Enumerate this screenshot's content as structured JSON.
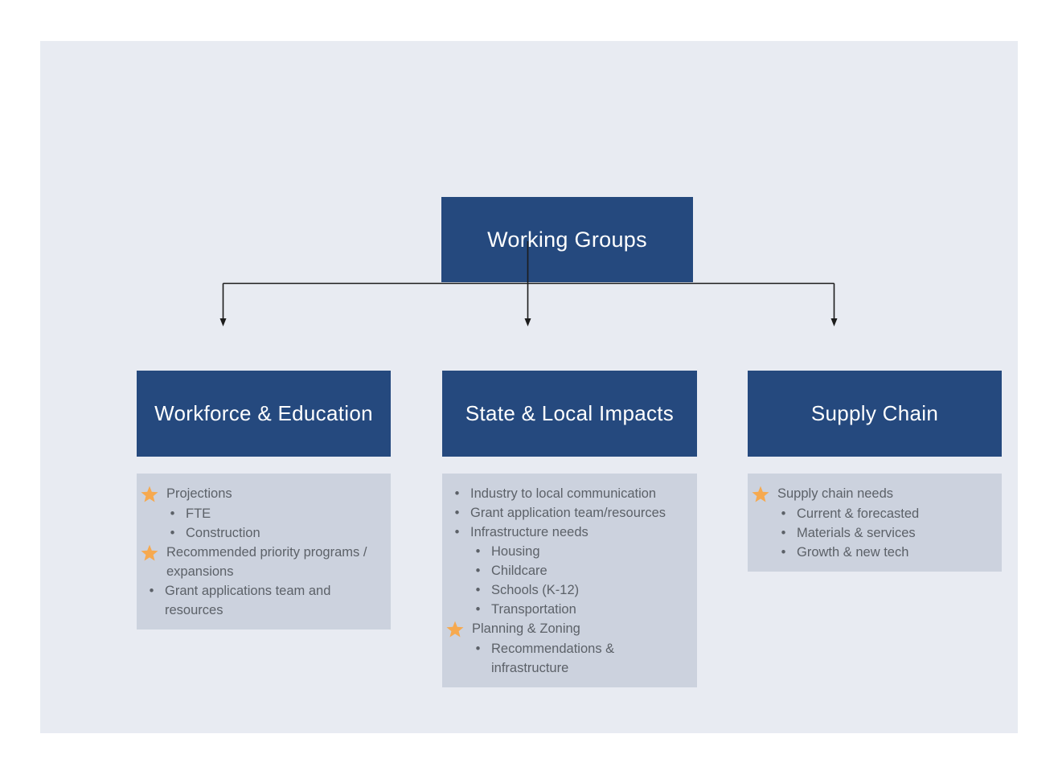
{
  "diagram": {
    "title": "Working Groups",
    "root": {
      "label": "Working Groups"
    },
    "columns": [
      {
        "header": "Workforce & Education",
        "items": [
          {
            "bullet": "star",
            "level": 0,
            "text": "Projections"
          },
          {
            "bullet": "dot",
            "level": 1,
            "text": "FTE"
          },
          {
            "bullet": "dot",
            "level": 1,
            "text": "Construction"
          },
          {
            "bullet": "star",
            "level": 0,
            "text": "Recommended priority programs / expansions"
          },
          {
            "bullet": "dot",
            "level": 0,
            "text": "Grant applications team and resources"
          }
        ]
      },
      {
        "header": "State & Local Impacts",
        "items": [
          {
            "bullet": "dot",
            "level": 0,
            "text": "Industry to local communication"
          },
          {
            "bullet": "dot",
            "level": 0,
            "text": "Grant application team/resources"
          },
          {
            "bullet": "dot",
            "level": 0,
            "text": "Infrastructure needs"
          },
          {
            "bullet": "dot",
            "level": 1,
            "text": "Housing"
          },
          {
            "bullet": "dot",
            "level": 1,
            "text": "Childcare"
          },
          {
            "bullet": "dot",
            "level": 1,
            "text": "Schools (K-12)"
          },
          {
            "bullet": "dot",
            "level": 1,
            "text": "Transportation"
          },
          {
            "bullet": "star",
            "level": 0,
            "text": "Planning & Zoning"
          },
          {
            "bullet": "dot",
            "level": 1,
            "text": "Recommendations & infrastructure"
          }
        ]
      },
      {
        "header": "Supply Chain",
        "items": [
          {
            "bullet": "star",
            "level": 0,
            "text": "Supply chain needs"
          },
          {
            "bullet": "dot",
            "level": 1,
            "text": "Current & forecasted"
          },
          {
            "bullet": "dot",
            "level": 1,
            "text": "Materials & services"
          },
          {
            "bullet": "dot",
            "level": 1,
            "text": "Growth & new tech"
          }
        ]
      }
    ],
    "colors": {
      "canvas_bg": "#E8EBF2",
      "node_bg": "#25497E",
      "node_text": "#FFFFFF",
      "list_bg": "#CCD2DE",
      "list_text": "#5C6168",
      "star": "#F6A94F",
      "connector": "#1C1C1C"
    }
  },
  "icons": {
    "dot": "•"
  }
}
